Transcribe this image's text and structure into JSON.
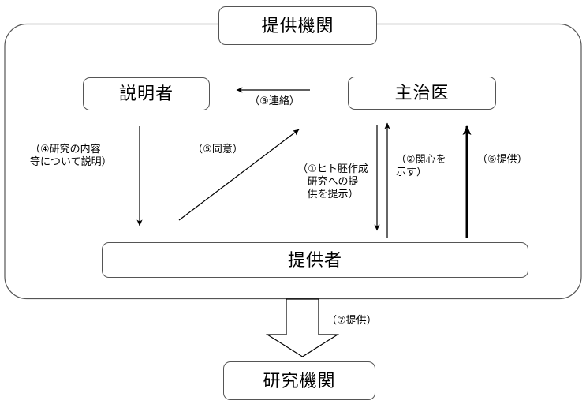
{
  "diagram": {
    "title_text": "",
    "nodes": [
      {
        "id": "provider-institution",
        "label": "提供機関"
      },
      {
        "id": "explainer",
        "label": "説明者"
      },
      {
        "id": "attending-physician",
        "label": "主治医"
      },
      {
        "id": "donor",
        "label": "提供者"
      },
      {
        "id": "research-institution",
        "label": "研究機関"
      }
    ],
    "edges": [
      {
        "id": "edge-1",
        "label": "（①ヒト胚作成\n研究への提\n供を提示）",
        "from": "attending-physician",
        "to": "donor",
        "style": "thin-down"
      },
      {
        "id": "edge-2",
        "label": "（②関心を\n示す）",
        "from": "donor",
        "to": "attending-physician",
        "style": "thin-up"
      },
      {
        "id": "edge-3",
        "label": "（③連絡）",
        "from": "attending-physician",
        "to": "explainer",
        "style": "thin-left"
      },
      {
        "id": "edge-4",
        "label": "（④研究の内容\n等について説明）",
        "from": "explainer",
        "to": "donor",
        "style": "thin-down"
      },
      {
        "id": "edge-5",
        "label": "（⑤同意）",
        "from": "donor",
        "to": "explainer",
        "style": "thin-diagonal-up"
      },
      {
        "id": "edge-6",
        "label": "（⑥提供）",
        "from": "donor",
        "to": "attending-physician",
        "style": "thick-up"
      },
      {
        "id": "edge-7",
        "label": "（⑦提供）",
        "from": "donor",
        "to": "research-institution",
        "style": "block-arrow-down"
      }
    ],
    "colors": {
      "stroke": "#000000",
      "box_stroke": "#555555",
      "background": "#ffffff"
    }
  }
}
